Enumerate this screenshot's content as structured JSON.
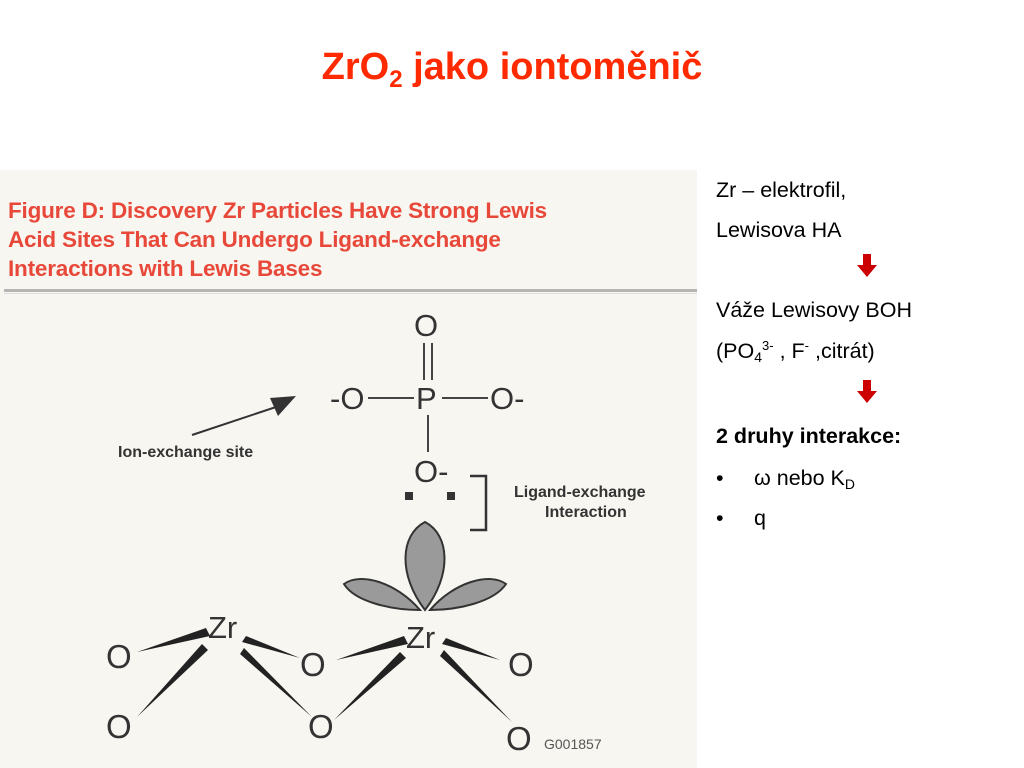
{
  "slide": {
    "title_main": "ZrO",
    "title_sub": "2",
    "title_rest": " jako iontoměnič"
  },
  "figure": {
    "heading_lines": [
      "Figure D:  Discovery Zr Particles Have Strong Lewis",
      "Acid Sites That Can Undergo Ligand-exchange",
      "Interactions with Lewis Bases"
    ],
    "phosphate": {
      "o_top": "O",
      "o_left": "-O",
      "p_center": "P",
      "o_right": "O-",
      "o_bottom": "O-"
    },
    "ion_exchange_label": "Ion-exchange site",
    "ligand_label_line1": "Ligand-exchange",
    "ligand_label_line2": "Interaction",
    "zr_left": "Zr",
    "zr_right": "Zr",
    "oxygen": "O",
    "code": "G001857"
  },
  "side_panel": {
    "line1": "Zr – elektrofil,",
    "line2": "Lewisova  HA",
    "line3": "Váže Lewisovy BOH",
    "line4_prefix": "(PO",
    "line4_sub": "4",
    "line4_sup": "3-",
    "line4_mid": " , F",
    "line4_sup2": "-",
    "line4_end": "  ,citrát)",
    "interactions_heading": "2 druhy interakce:",
    "bullet_char": "•",
    "bullet1_prefix": "ω  nebo K",
    "bullet1_sub": "D",
    "bullet2": "q"
  },
  "colors": {
    "title": "#ff2a00",
    "figure_heading": "#e8483a",
    "arrow": "#cc0000",
    "figure_bg": "#f8f6f0"
  },
  "icons": {
    "arrow": "down-arrow-icon"
  }
}
